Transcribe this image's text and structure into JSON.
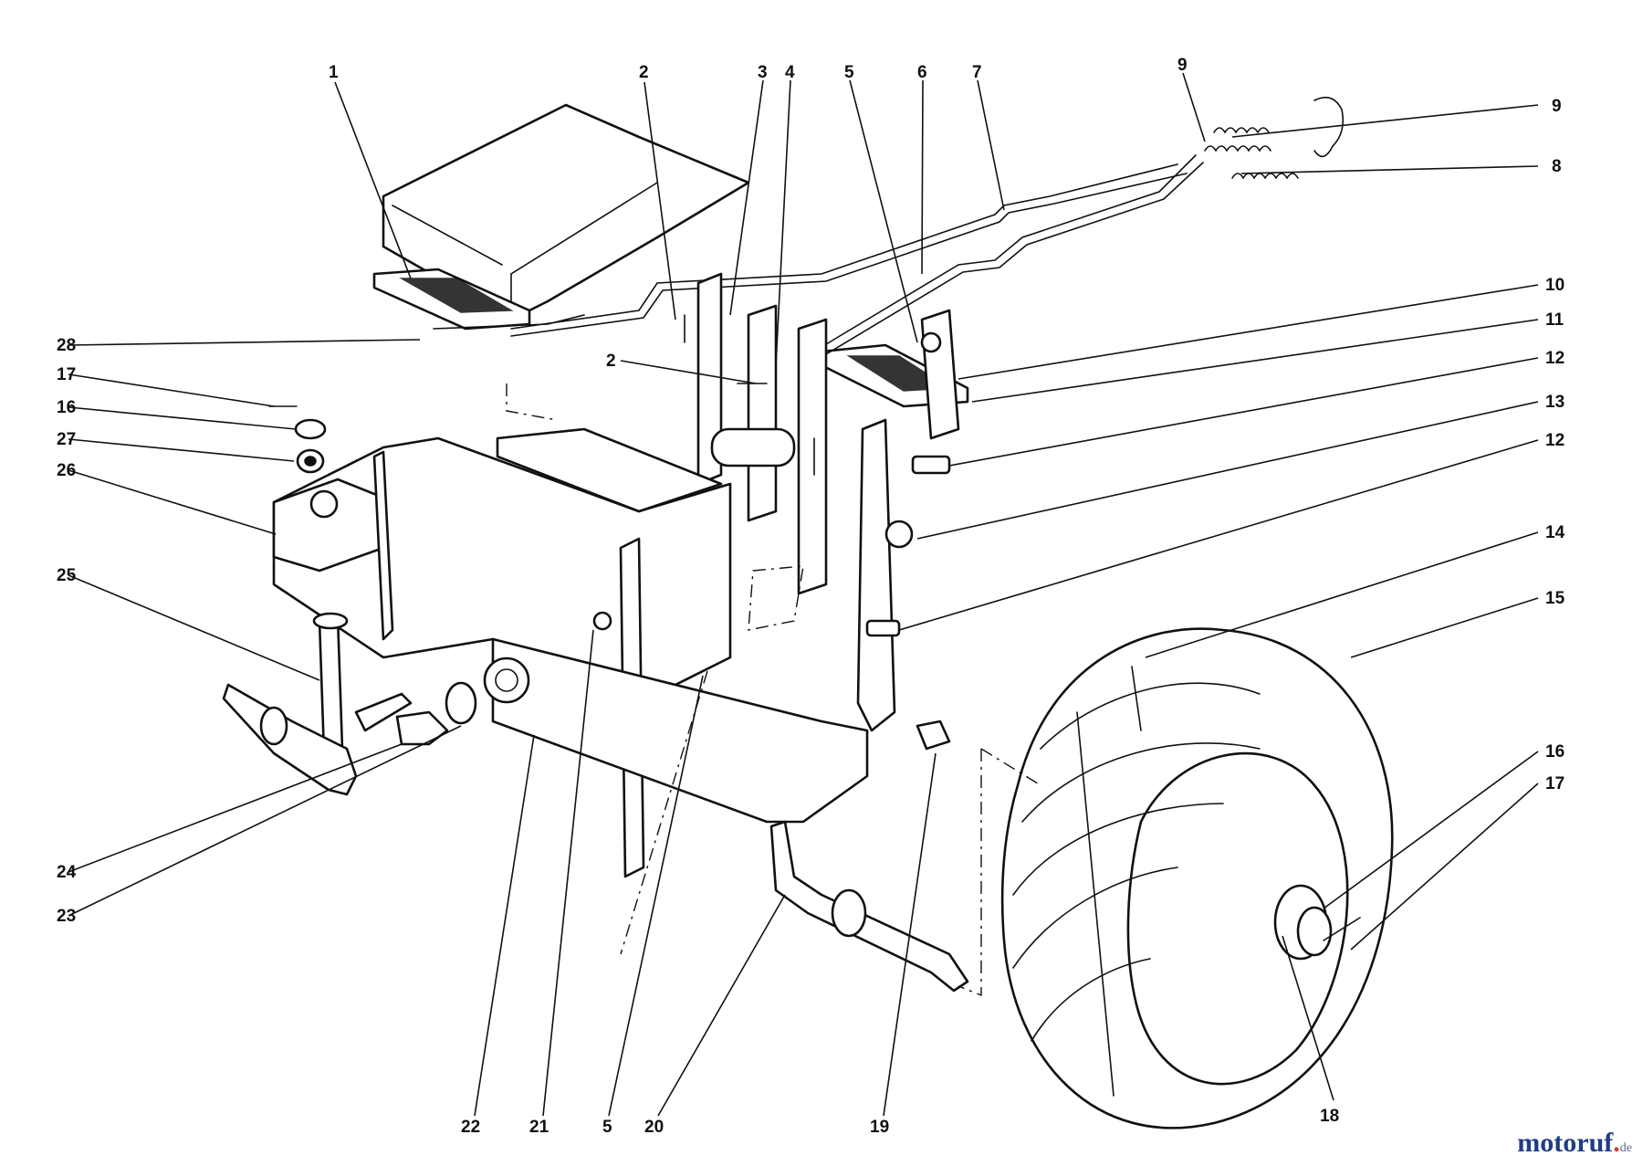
{
  "diagram": {
    "callouts": [
      {
        "id": "c1",
        "label": "1"
      },
      {
        "id": "c2a",
        "label": "2"
      },
      {
        "id": "c3",
        "label": "3"
      },
      {
        "id": "c4",
        "label": "4"
      },
      {
        "id": "c5a",
        "label": "5"
      },
      {
        "id": "c6",
        "label": "6"
      },
      {
        "id": "c7",
        "label": "7"
      },
      {
        "id": "c9a",
        "label": "9"
      },
      {
        "id": "c9b",
        "label": "9"
      },
      {
        "id": "c8",
        "label": "8"
      },
      {
        "id": "c10",
        "label": "10"
      },
      {
        "id": "c11",
        "label": "11"
      },
      {
        "id": "c12a",
        "label": "12"
      },
      {
        "id": "c13",
        "label": "13"
      },
      {
        "id": "c12b",
        "label": "12"
      },
      {
        "id": "c14",
        "label": "14"
      },
      {
        "id": "c15",
        "label": "15"
      },
      {
        "id": "c16a",
        "label": "16"
      },
      {
        "id": "c17a",
        "label": "17"
      },
      {
        "id": "c28",
        "label": "28"
      },
      {
        "id": "c17b",
        "label": "17"
      },
      {
        "id": "c16b",
        "label": "16"
      },
      {
        "id": "c27",
        "label": "27"
      },
      {
        "id": "c26",
        "label": "26"
      },
      {
        "id": "c25",
        "label": "25"
      },
      {
        "id": "c2b",
        "label": "2"
      },
      {
        "id": "c24",
        "label": "24"
      },
      {
        "id": "c23",
        "label": "23"
      },
      {
        "id": "c22",
        "label": "22"
      },
      {
        "id": "c21",
        "label": "21"
      },
      {
        "id": "c5b",
        "label": "5"
      },
      {
        "id": "c20",
        "label": "20"
      },
      {
        "id": "c19",
        "label": "19"
      },
      {
        "id": "c18",
        "label": "18"
      }
    ]
  },
  "watermark": {
    "brand": "motoruf",
    "dot": ".",
    "tld": "de"
  }
}
